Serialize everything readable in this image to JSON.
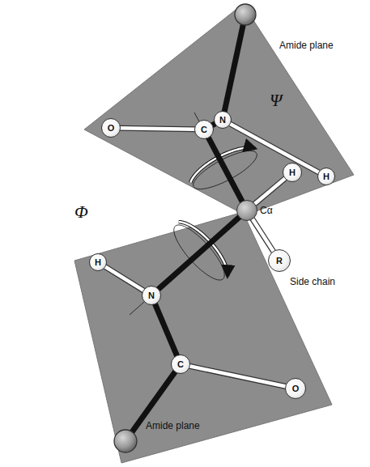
{
  "diagram": {
    "nodes": [
      {
        "text": [
          "N"
        ]
      },
      {
        "text": [
          "H"
        ]
      },
      {
        "text": [
          "O"
        ]
      },
      {
        "text": [
          "C"
        ]
      },
      {
        "text": [
          "Cα"
        ]
      },
      {
        "text": [
          "H"
        ]
      },
      {
        "text": [
          "R"
        ]
      },
      {
        "text": [
          "H"
        ]
      },
      {
        "text": [
          "N"
        ]
      },
      {
        "text": [
          "C"
        ]
      },
      {
        "text": [
          "O"
        ]
      }
    ],
    "edges": [
      {
        "from": 0,
        "to": 1,
        "arrow": "none"
      },
      {
        "from": 3,
        "to": 0,
        "arrow": "none"
      },
      {
        "from": 2,
        "to": 3,
        "arrow": "none"
      },
      {
        "from": 3,
        "to": 4,
        "arrow": "none"
      },
      {
        "from": 4,
        "to": 5,
        "arrow": "none"
      },
      {
        "from": 4,
        "to": 6,
        "arrow": "none"
      },
      {
        "from": 4,
        "to": 8,
        "arrow": "none"
      },
      {
        "from": 7,
        "to": 8,
        "arrow": "none"
      },
      {
        "from": 8,
        "to": 9,
        "arrow": "none"
      },
      {
        "from": 9,
        "to": 10,
        "arrow": "none"
      }
    ],
    "labels": [
      "Amide plane",
      "Ψ",
      "Φ",
      "Side chain",
      "Amide plane"
    ]
  }
}
